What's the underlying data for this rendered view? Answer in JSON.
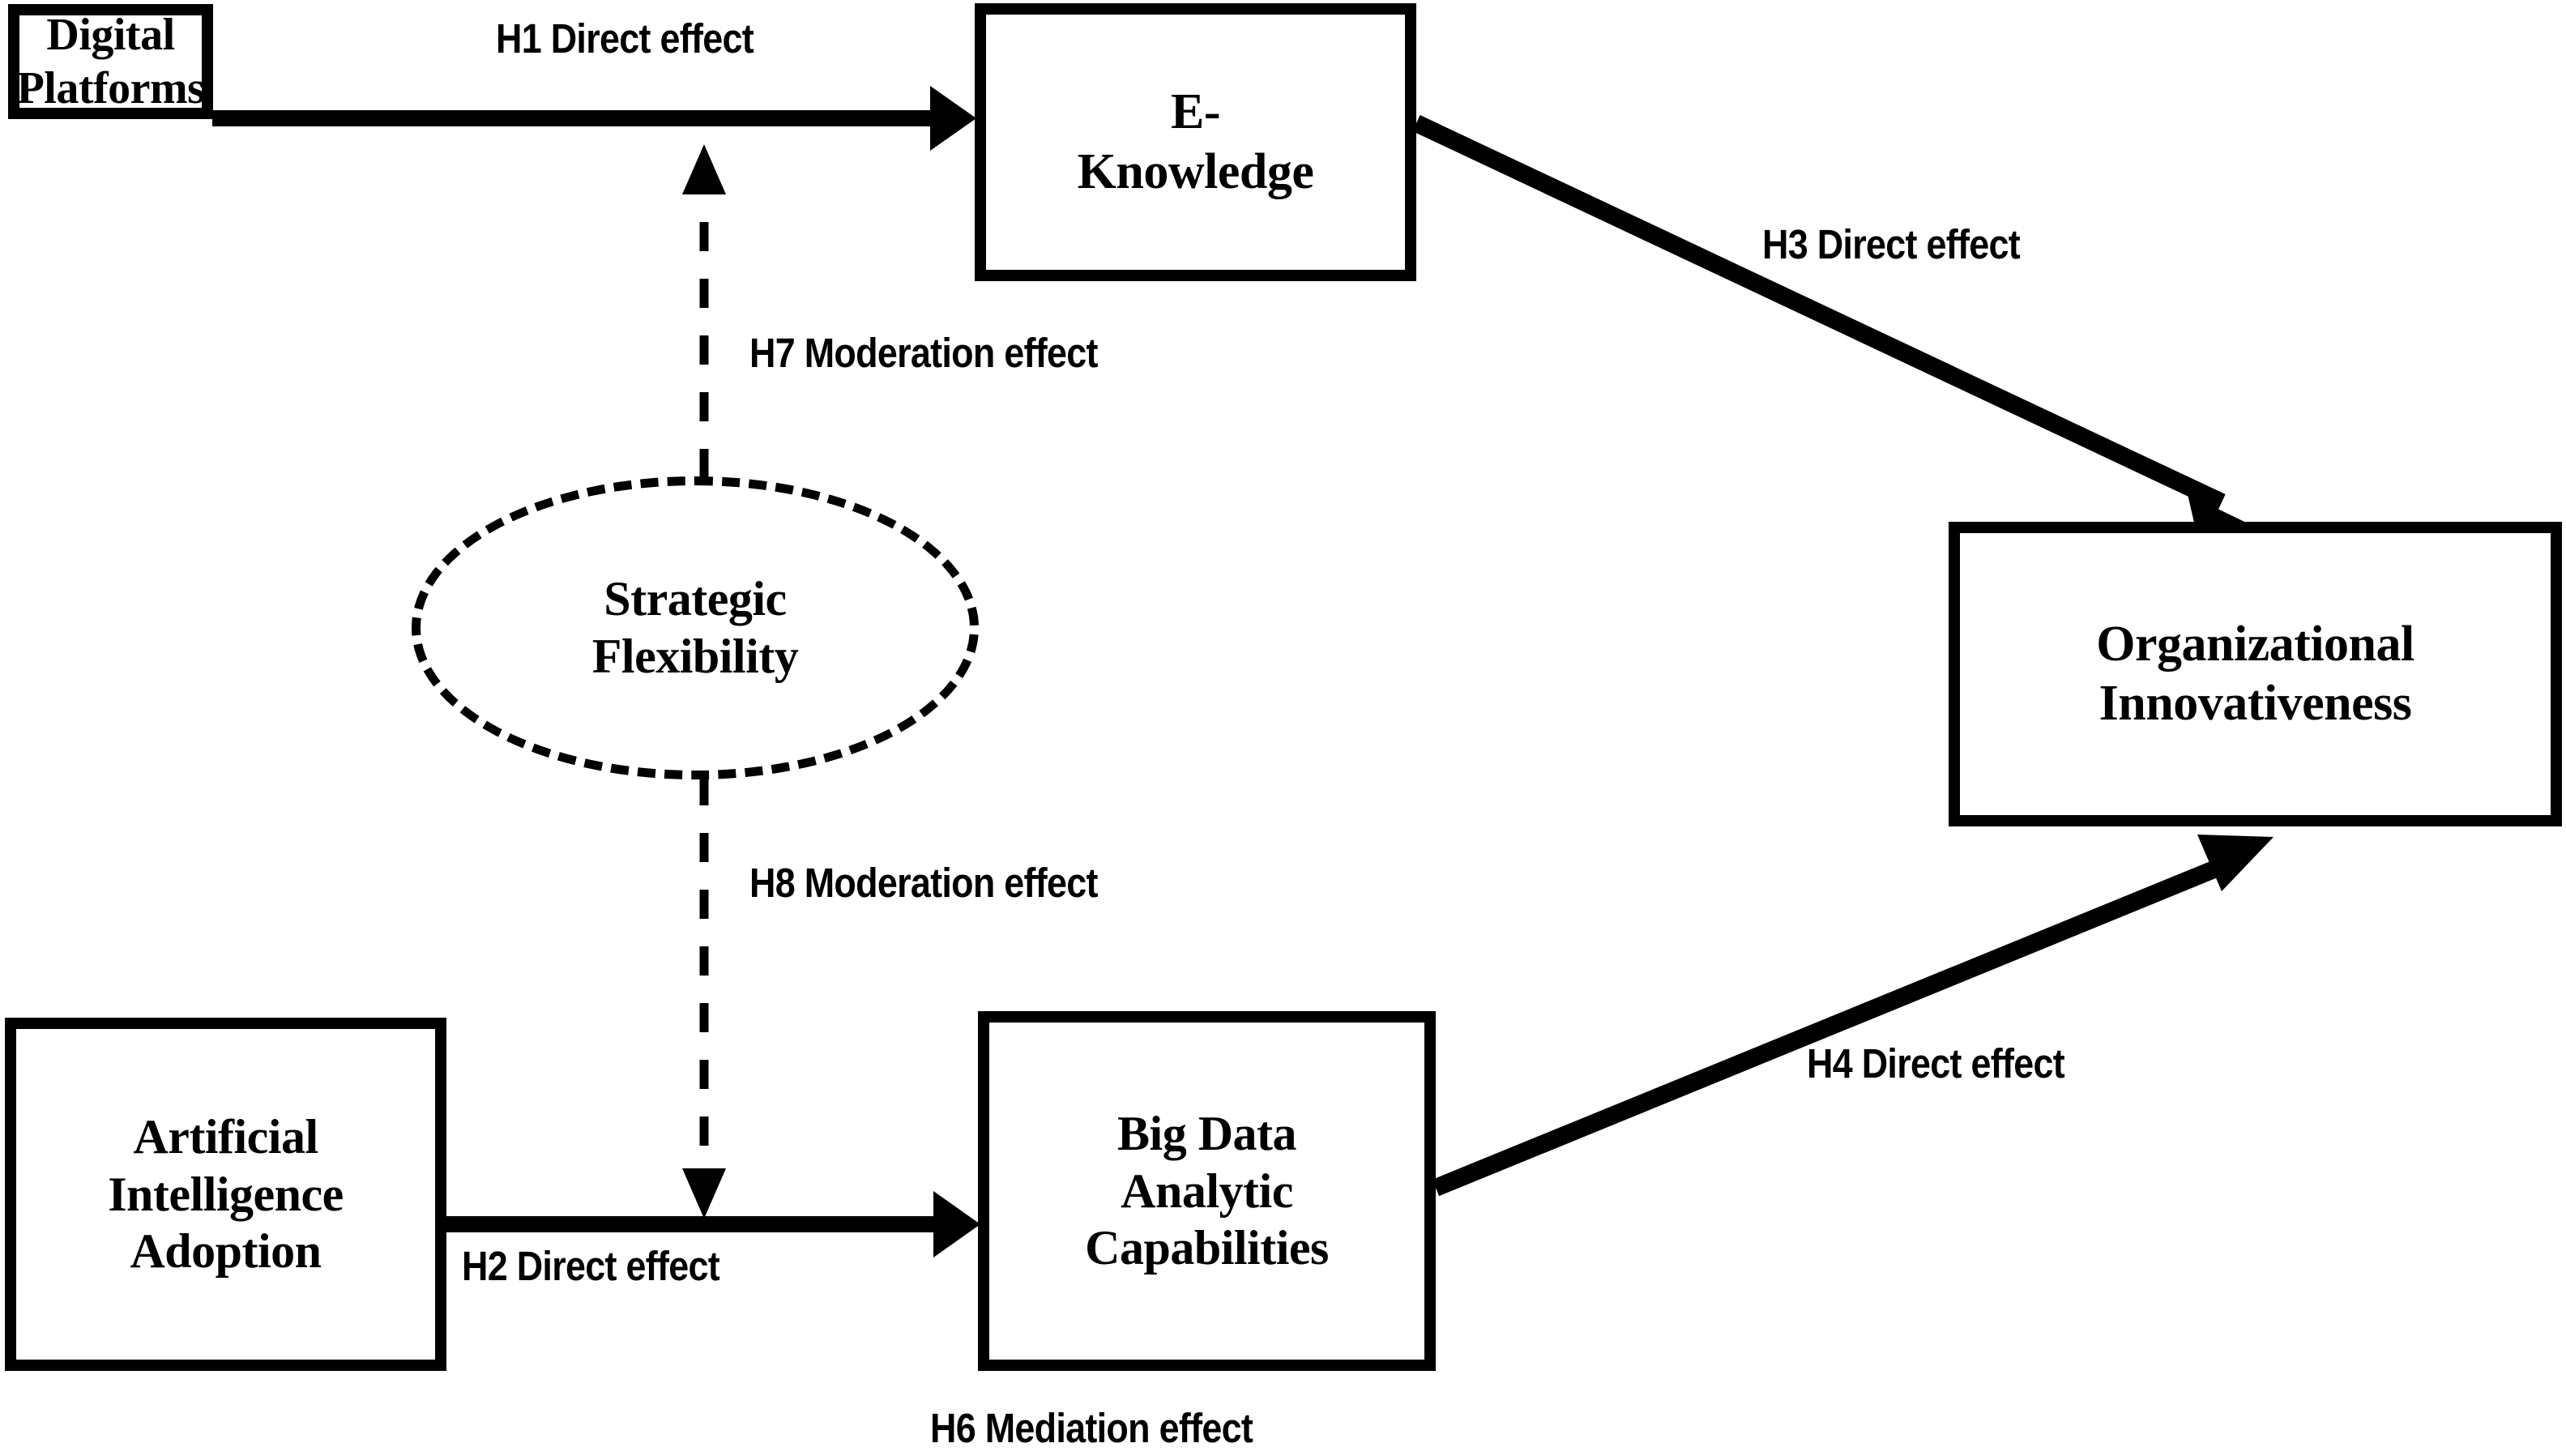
{
  "figure": {
    "type": "conceptual-research-model",
    "background_color": "#ffffff",
    "stroke_color": "#000000"
  },
  "nodes": [
    {
      "id": "digital-platforms",
      "shape": "rectangle",
      "lines": [
        "Digital",
        "Platforms"
      ],
      "text": "Digital Platforms",
      "role": "independent-variable"
    },
    {
      "id": "e-knowledge",
      "shape": "rectangle",
      "lines": [
        "E-",
        "Knowledge"
      ],
      "text": "E-Knowledge",
      "role": "mediator"
    },
    {
      "id": "artificial-intelligence-adoption",
      "shape": "rectangle",
      "lines": [
        "Artificial",
        "Intelligence",
        "Adoption"
      ],
      "text": "Artificial Intelligence Adoption",
      "role": "independent-variable"
    },
    {
      "id": "big-data-analytic-capabilities",
      "shape": "rectangle",
      "lines": [
        "Big Data",
        "Analytic",
        "Capabilities"
      ],
      "text": "Big Data Analytic Capabilities",
      "role": "mediator"
    },
    {
      "id": "organizational-innovativeness",
      "shape": "rectangle",
      "lines": [
        "Organizational",
        "Innovativeness"
      ],
      "text": "Organizational Innovativeness",
      "role": "dependent-variable"
    },
    {
      "id": "strategic-flexibility",
      "shape": "dashed-ellipse",
      "lines": [
        "Strategic",
        "Flexibility"
      ],
      "text": "Strategic Flexibility",
      "role": "moderator"
    }
  ],
  "paths": [
    {
      "id": "h1",
      "label": "H1 Direct effect",
      "from": "digital-platforms",
      "to": "e-knowledge",
      "style": "solid-arrow"
    },
    {
      "id": "h2",
      "label": "H2 Direct effect",
      "from": "artificial-intelligence-adoption",
      "to": "big-data-analytic-capabilities",
      "style": "solid-arrow"
    },
    {
      "id": "h3",
      "label": "H3 Direct effect",
      "from": "e-knowledge",
      "to": "organizational-innovativeness",
      "style": "solid-arrow"
    },
    {
      "id": "h4",
      "label": "H4 Direct effect",
      "from": "big-data-analytic-capabilities",
      "to": "organizational-innovativeness",
      "style": "solid-arrow"
    },
    {
      "id": "h6",
      "label": "H6 Mediation effect",
      "from": "big-data-analytic-capabilities",
      "to": "organizational-innovativeness",
      "style": "annotation"
    },
    {
      "id": "h7",
      "label": "H7 Moderation effect",
      "from": "strategic-flexibility",
      "to": "h1",
      "style": "dashed-arrow"
    },
    {
      "id": "h8",
      "label": "H8 Moderation effect",
      "from": "strategic-flexibility",
      "to": "h2",
      "style": "dashed-arrow"
    }
  ],
  "labels": {
    "h1": "H1 Direct effect",
    "h2": "H2 Direct effect",
    "h3": "H3 Direct effect",
    "h4": "H4 Direct effect",
    "h6": "H6 Mediation effect",
    "h7": "H7 Moderation effect",
    "h8": "H8 Moderation effect"
  }
}
